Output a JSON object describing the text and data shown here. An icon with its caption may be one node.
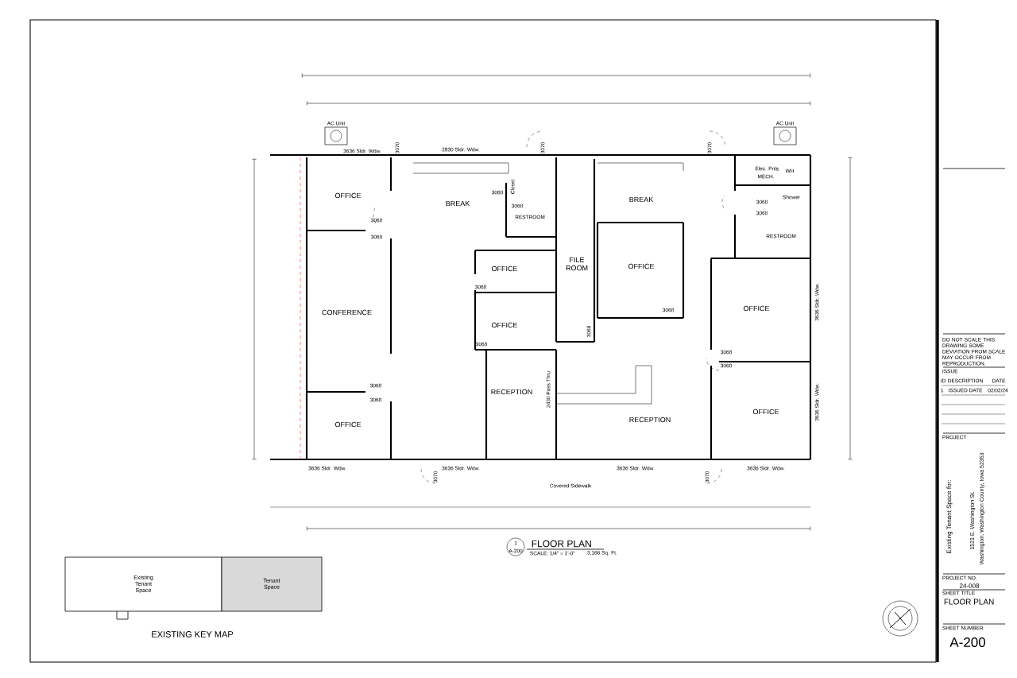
{
  "diagram": {
    "title": "FLOOR PLAN",
    "nodes": [
      {
        "text": [
          "OFFICE"
        ]
      },
      {
        "text": [
          "BREAK"
        ]
      },
      {
        "text": [
          "OFFICE"
        ]
      },
      {
        "text": [
          "FILE ROOM"
        ]
      },
      {
        "text": [
          "BREAK"
        ]
      },
      {
        "text": [
          "OFFICE"
        ]
      },
      {
        "text": [
          "CONFERENCE"
        ]
      },
      {
        "text": [
          "OFFICE"
        ]
      },
      {
        "text": [
          "OFFICE"
        ]
      },
      {
        "text": [
          "RECEPTION"
        ]
      },
      {
        "text": [
          "RECEPTION"
        ]
      },
      {
        "text": [
          "OFFICE"
        ]
      },
      {
        "text": [
          "OFFICE"
        ]
      },
      {
        "text": [
          "Existing Tenant Space"
        ]
      },
      {
        "text": [
          "Tenant Space"
        ]
      }
    ],
    "labels": [
      "AC Unit",
      "AC Unit",
      "3636 Sldr. Wdw.",
      "2830 Sldr. Wdw.",
      "3070",
      "3070",
      "3070",
      "Closet",
      "3068",
      "3068",
      "RESTROOM",
      "3068",
      "3068",
      "Elec. Pnls.",
      "WH",
      "MECH.",
      "Shower",
      "3068",
      "3068",
      "RESTROOM",
      "3068",
      "3068",
      "3068",
      "3068",
      "3636 Sldr. Wdw.",
      "3068",
      "3068",
      "3068",
      "3068",
      "2430 Pass Thru",
      "3636 Sldr. Wdw.",
      "3636 Sldr. Wdw.",
      "3636 Sldr. Wdw.",
      "3636 Sldr. Wdw.",
      "3636 Sldr. Wdw.",
      "3070",
      "3070",
      "Covered Sidewalk",
      "1",
      "A-200",
      "SCALE: 1/4\" = 1'-0\"",
      "3,166 Sq. Ft.",
      "EXISTING KEY MAP",
      "DO NOT SCALE THIS DRAWING SOME DEVIATION FROM SCALE MAY OCCUR FROM REPRODUCTION.",
      "ISSUE",
      "ID",
      "DESCRIPTION",
      "DATE",
      "1",
      "ISSUED DATE",
      "02/02/24",
      "PROJECT",
      "Existing Tenant Space for:",
      "1521 E. Washington St.",
      "Washington, Washington County, Iowa 52353",
      "PROJECT NO.",
      "24-008",
      "SHEET TITLE",
      "FLOOR PLAN",
      "SHEET NUMBER",
      "A-200"
    ]
  }
}
